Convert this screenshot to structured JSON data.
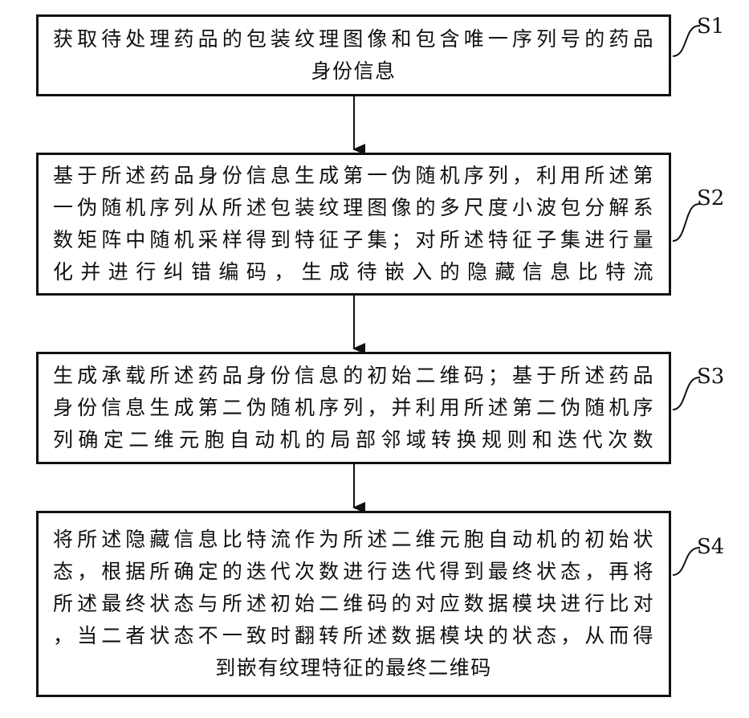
{
  "steps": [
    {
      "id": "S1",
      "label": "S1",
      "lines": [
        "获取待处理药品的包装纹理图像和包含唯一序列号的药品",
        "身份信息"
      ]
    },
    {
      "id": "S2",
      "label": "S2",
      "lines": [
        "基于所述药品身份信息生成第一伪随机序列，利用所述第",
        "一伪随机序列从所述包装纹理图像的多尺度小波包分解系",
        "数矩阵中随机采样得到特征子集；对所述特征子集进行量",
        "化并进行纠错编码，生成待嵌入的隐藏信息比特流"
      ]
    },
    {
      "id": "S3",
      "label": "S3",
      "lines": [
        "生成承载所述药品身份信息的初始二维码；基于所述药品",
        "身份信息生成第二伪随机序列，并利用所述第二伪随机序",
        "列确定二维元胞自动机的局部邻域转换规则和迭代次数"
      ]
    },
    {
      "id": "S4",
      "label": "S4",
      "lines": [
        "将所述隐藏信息比特流作为所述二维元胞自动机的初始状",
        "态，根据所确定的迭代次数进行迭代得到最终状态，再将",
        "所述最终状态与所述初始二维码的对应数据模块进行比对",
        "，当二者状态不一致时翻转所述数据模块的状态，从而得",
        "到嵌有纹理特征的最终二维码"
      ]
    }
  ]
}
